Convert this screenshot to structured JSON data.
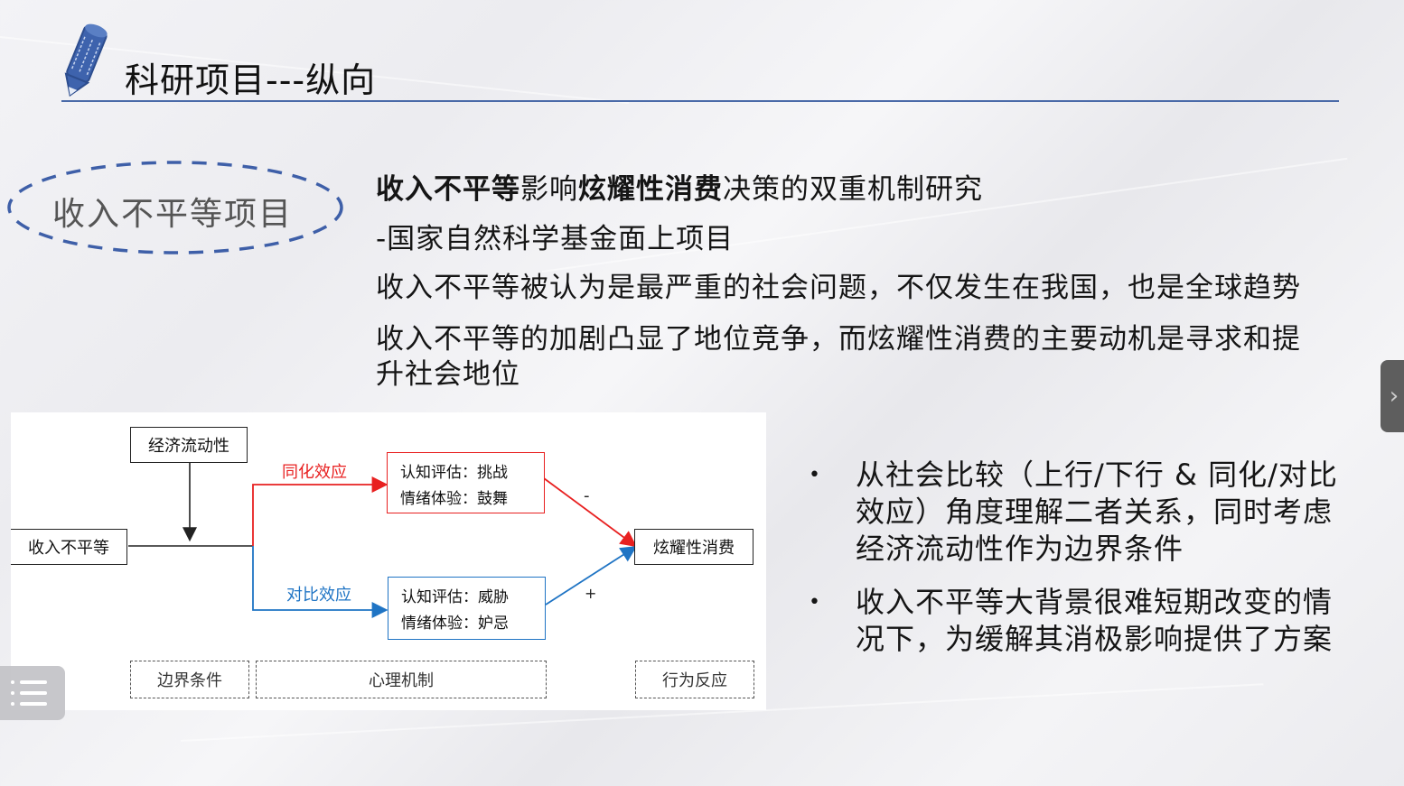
{
  "slide": {
    "title": "科研项目---纵向",
    "icon": "pencil-icon",
    "accent_color": "#4a6aa8"
  },
  "oval_label": "收入不平等项目",
  "project": {
    "title_parts": [
      {
        "text": "收入不平等",
        "bold": true
      },
      {
        "text": "影响",
        "bold": false
      },
      {
        "text": "炫耀性消费",
        "bold": true
      },
      {
        "text": "决策的双重机制研究",
        "bold": false
      }
    ],
    "funding": "-国家自然科学基金面上项目",
    "para1": "收入不平等被认为是最严重的社会问题，不仅发生在我国，也是全球趋势",
    "para2_line1": "收入不平等的加剧凸显了地位竞争，而炫耀性消费的主要动机是寻求和提",
    "para2_line2": "升社会地位"
  },
  "diagram": {
    "nodes": {
      "moderator": "经济流动性",
      "input": "收入不平等",
      "output": "炫耀性消费",
      "assim_label": "同化效应",
      "contrast_label": "对比效应",
      "assim_box": {
        "line1": "认知评估：挑战",
        "line2": "情绪体验：鼓舞"
      },
      "contrast_box": {
        "line1": "认知评估：威胁",
        "line2": "情绪体验：妒忌"
      },
      "sign_neg": "-",
      "sign_pos": "+"
    },
    "footer": {
      "boundary": "边界条件",
      "mechanism": "心理机制",
      "behavior": "行为反应"
    },
    "colors": {
      "assim": "#e82020",
      "contrast": "#1f74c4",
      "line": "#222222"
    }
  },
  "bullets": [
    "从社会比较（上行/下行 & 同化/对比效应）角度理解二者关系，同时考虑经济流动性作为边界条件",
    "收入不平等大背景很难短期改变的情况下，为缓解其消极影响提供了方案"
  ],
  "bullet_glyph": "•",
  "controls": {
    "next_icon": "chevron-right-icon",
    "next_glyph": "›",
    "menu_icon": "list-menu-icon"
  }
}
